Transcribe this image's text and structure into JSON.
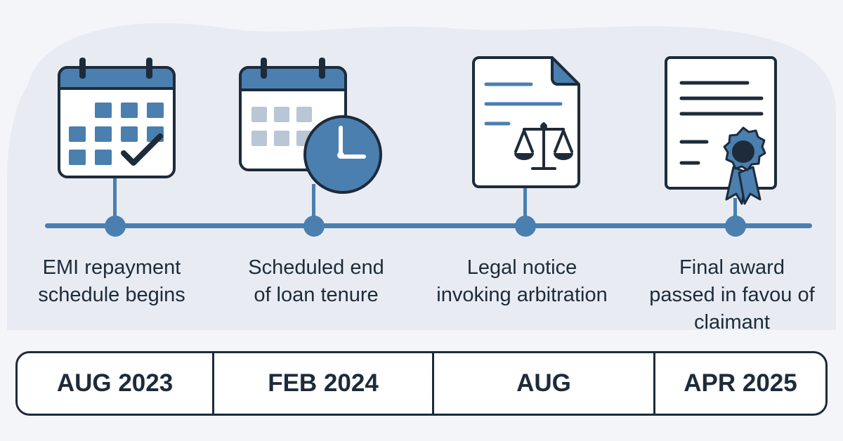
{
  "colors": {
    "accent": "#4a7fb0",
    "outline": "#1d2b3a",
    "light_square": "#b9c6d5",
    "background": "#f3f5f9"
  },
  "events": [
    {
      "icon": "calendar-check-icon",
      "caption_lines": [
        "EMI repayment",
        "schedule begins"
      ],
      "date": "AUG 2023"
    },
    {
      "icon": "calendar-clock-icon",
      "caption_lines": [
        "Scheduled end",
        "of loan tenure"
      ],
      "date": "FEB 2024"
    },
    {
      "icon": "legal-document-scales-icon",
      "caption_lines": [
        "Legal notice",
        "invoking arbitration"
      ],
      "date": "AUG"
    },
    {
      "icon": "certificate-award-icon",
      "caption_lines": [
        "Final award",
        "passed in favou of",
        "claimant"
      ],
      "date": "APR 2025"
    }
  ]
}
